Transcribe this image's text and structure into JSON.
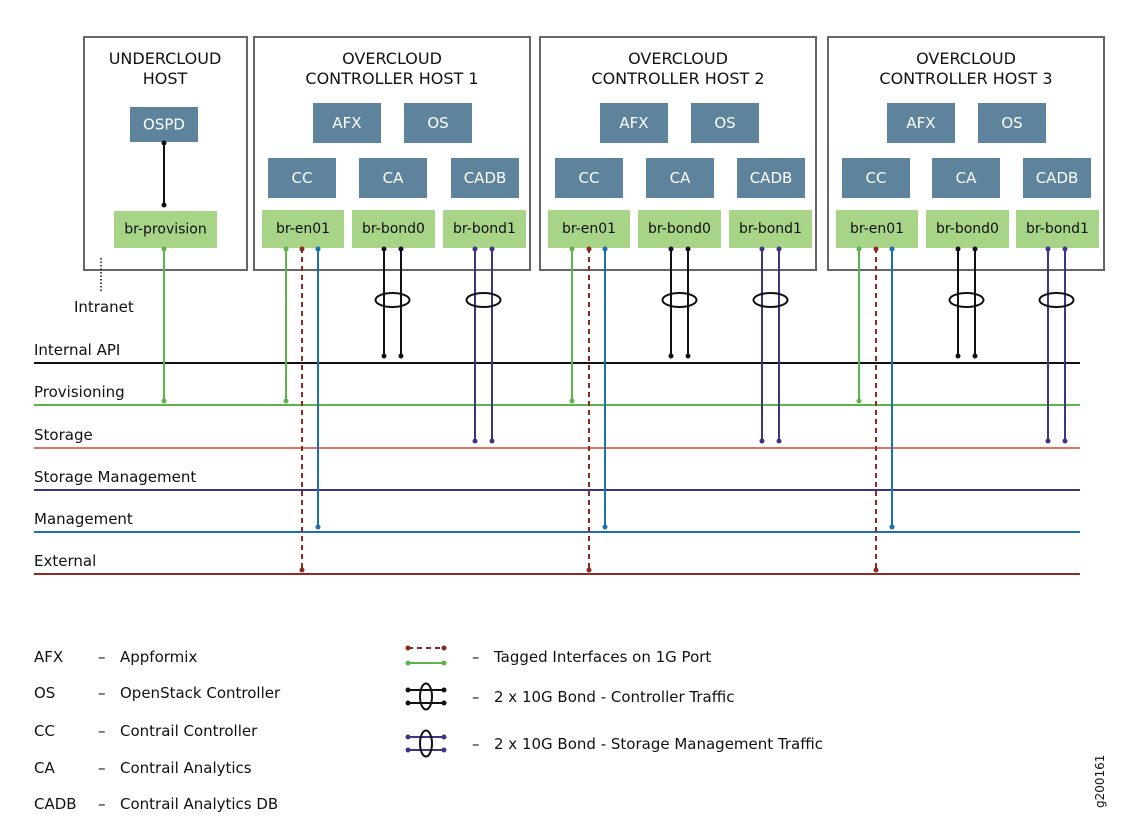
{
  "colors": {
    "host_border": "#666666",
    "component_fill": "#5e849d",
    "bridge_fill": "#a8d487",
    "black": "#111111",
    "green": "#5cb44a",
    "orange": "#e8735d",
    "purple": "#3c3585",
    "blue": "#1b70b0",
    "red": "#8e2a23"
  },
  "hosts": [
    {
      "title_line1": "UNDERCLOUD",
      "title_line2": "HOST",
      "components_row1": [
        {
          "label": "OSPD"
        }
      ],
      "components_row2": [],
      "bridges": [
        {
          "label": "br-provision"
        }
      ]
    },
    {
      "title_line1": "OVERCLOUD",
      "title_line2": "CONTROLLER HOST 1",
      "components_row1": [
        {
          "label": "AFX"
        },
        {
          "label": "OS"
        }
      ],
      "components_row2": [
        {
          "label": "CC"
        },
        {
          "label": "CA"
        },
        {
          "label": "CADB"
        }
      ],
      "bridges": [
        {
          "label": "br-en01"
        },
        {
          "label": "br-bond0"
        },
        {
          "label": "br-bond1"
        }
      ]
    },
    {
      "title_line1": "OVERCLOUD",
      "title_line2": "CONTROLLER HOST 2",
      "components_row1": [
        {
          "label": "AFX"
        },
        {
          "label": "OS"
        }
      ],
      "components_row2": [
        {
          "label": "CC"
        },
        {
          "label": "CA"
        },
        {
          "label": "CADB"
        }
      ],
      "bridges": [
        {
          "label": "br-en01"
        },
        {
          "label": "br-bond0"
        },
        {
          "label": "br-bond1"
        }
      ]
    },
    {
      "title_line1": "OVERCLOUD",
      "title_line2": "CONTROLLER HOST 3",
      "components_row1": [
        {
          "label": "AFX"
        },
        {
          "label": "OS"
        }
      ],
      "components_row2": [
        {
          "label": "CC"
        },
        {
          "label": "CA"
        },
        {
          "label": "CADB"
        }
      ],
      "bridges": [
        {
          "label": "br-en01"
        },
        {
          "label": "br-bond0"
        },
        {
          "label": "br-bond1"
        }
      ]
    }
  ],
  "intranet_label": "Intranet",
  "networks": [
    {
      "label": "Internal API",
      "color": "#111111"
    },
    {
      "label": "Provisioning",
      "color": "#5cb44a"
    },
    {
      "label": "Storage",
      "color": "#e8735d"
    },
    {
      "label": "Storage Management",
      "color": "#3c3585"
    },
    {
      "label": "Management",
      "color": "#1b70b0"
    },
    {
      "label": "External",
      "color": "#8e2a23"
    }
  ],
  "legend": {
    "dash": "–",
    "abbreviations": [
      {
        "abbr": "AFX",
        "desc": "Appformix"
      },
      {
        "abbr": "OS",
        "desc": "OpenStack Controller"
      },
      {
        "abbr": "CC",
        "desc": "Contrail Controller"
      },
      {
        "abbr": "CA",
        "desc": "Contrail Analytics"
      },
      {
        "abbr": "CADB",
        "desc": "Contrail Analytics DB"
      }
    ],
    "lines": [
      {
        "text": "Tagged Interfaces on 1G Port"
      },
      {
        "text": "2 x 10G Bond - Controller Traffic"
      },
      {
        "text": "2 x 10G Bond - Storage Management Traffic"
      }
    ]
  },
  "figure_id": "g200161"
}
